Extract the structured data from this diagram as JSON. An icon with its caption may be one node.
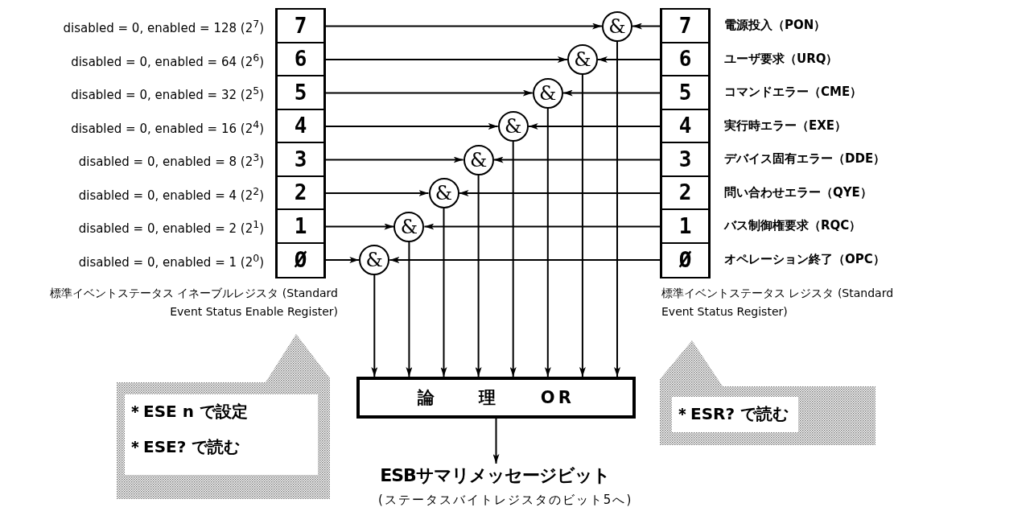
{
  "diagram": {
    "nodes": [
      {
        "text": [
          "標準イベントステータス イネーブルレジスタ (Standard Event Status Enable Register)"
        ]
      },
      {
        "text": [
          "7"
        ],
        "in": 0,
        "beside": [
          "disabled = 0, enabled = 128 (2$^{7}$)"
        ]
      },
      {
        "text": [
          "6"
        ],
        "in": 0,
        "beside": [
          "disabled = 0, enabled = 64 (2$^{6}$)"
        ]
      },
      {
        "text": [
          "5"
        ],
        "in": 0,
        "beside": [
          "disabled = 0, enabled = 32 (2$^{5}$)"
        ]
      },
      {
        "text": [
          "4"
        ],
        "in": 0,
        "beside": [
          "disabled = 0, enabled = 16 (2$^{4}$)"
        ]
      },
      {
        "text": [
          "3"
        ],
        "in": 0,
        "beside": [
          "disabled = 0, enabled = 8 (2$^{3}$)"
        ]
      },
      {
        "text": [
          "2"
        ],
        "in": 0,
        "beside": [
          "disabled = 0, enabled = 4 (2$^{2}$)"
        ]
      },
      {
        "text": [
          "1"
        ],
        "in": 0,
        "beside": [
          "disabled = 0, enabled = 2 (2$^{1}$)"
        ]
      },
      {
        "text": [
          "Ø"
        ],
        "in": 0,
        "beside": [
          "disabled = 0, enabled = 1 (2$^{0}$)"
        ]
      },
      {
        "text": [
          "標準イベントステータス レジスタ (Standard Event Status Register)"
        ]
      },
      {
        "text": [
          "7"
        ],
        "in": 9,
        "beside": [
          "電源投入（PON）"
        ]
      },
      {
        "text": [
          "6"
        ],
        "in": 9,
        "beside": [
          "ユーザ要求（URQ）"
        ]
      },
      {
        "text": [
          "5"
        ],
        "in": 9,
        "beside": [
          "コマンドエラー（CME）"
        ]
      },
      {
        "text": [
          "4"
        ],
        "in": 9,
        "beside": [
          "実行時エラー（EXE）"
        ]
      },
      {
        "text": [
          "3"
        ],
        "in": 9,
        "beside": [
          "デバイス固有エラー（DDE）"
        ]
      },
      {
        "text": [
          "2"
        ],
        "in": 9,
        "beside": [
          "問い合わせエラー（QYE）"
        ]
      },
      {
        "text": [
          "1"
        ],
        "in": 9,
        "beside": [
          "バス制御権要求（RQC）"
        ]
      },
      {
        "text": [
          "Ø"
        ],
        "in": 9,
        "beside": [
          "オペレーション終了（OPC）"
        ]
      },
      {
        "text": [
          "&"
        ]
      },
      {
        "text": [
          "&"
        ]
      },
      {
        "text": [
          "&"
        ]
      },
      {
        "text": [
          "&"
        ]
      },
      {
        "text": [
          "&"
        ]
      },
      {
        "text": [
          "&"
        ]
      },
      {
        "text": [
          "&"
        ]
      },
      {
        "text": [
          "&"
        ]
      },
      {
        "text": [
          "論 理 OR"
        ]
      },
      {
        "text": [
          "ESBサマリメッセージビット",
          "(ステータスバイトレジスタのビット5へ)"
        ]
      },
      {
        "text": [
          "＊ESE n で設定",
          "＊ESE? で読む"
        ]
      },
      {
        "text": [
          "＊ESR? で読む"
        ]
      }
    ],
    "edges": [
      {
        "from": 1,
        "to": 18,
        "arrow": "to"
      },
      {
        "from": 10,
        "to": 18,
        "arrow": "to"
      },
      {
        "from": 18,
        "to": 26,
        "arrow": "to"
      },
      {
        "from": 2,
        "to": 19,
        "arrow": "to"
      },
      {
        "from": 11,
        "to": 19,
        "arrow": "to"
      },
      {
        "from": 19,
        "to": 26,
        "arrow": "to"
      },
      {
        "from": 3,
        "to": 20,
        "arrow": "to"
      },
      {
        "from": 12,
        "to": 20,
        "arrow": "to"
      },
      {
        "from": 20,
        "to": 26,
        "arrow": "to"
      },
      {
        "from": 4,
        "to": 21,
        "arrow": "to"
      },
      {
        "from": 13,
        "to": 21,
        "arrow": "to"
      },
      {
        "from": 21,
        "to": 26,
        "arrow": "to"
      },
      {
        "from": 5,
        "to": 22,
        "arrow": "to"
      },
      {
        "from": 14,
        "to": 22,
        "arrow": "to"
      },
      {
        "from": 22,
        "to": 26,
        "arrow": "to"
      },
      {
        "from": 6,
        "to": 23,
        "arrow": "to"
      },
      {
        "from": 15,
        "to": 23,
        "arrow": "to"
      },
      {
        "from": 23,
        "to": 26,
        "arrow": "to"
      },
      {
        "from": 7,
        "to": 24,
        "arrow": "to"
      },
      {
        "from": 16,
        "to": 24,
        "arrow": "to"
      },
      {
        "from": 24,
        "to": 26,
        "arrow": "to"
      },
      {
        "from": 8,
        "to": 25,
        "arrow": "to"
      },
      {
        "from": 17,
        "to": 25,
        "arrow": "to"
      },
      {
        "from": 25,
        "to": 26,
        "arrow": "to"
      },
      {
        "from": 26,
        "to": 27,
        "arrow": "to"
      }
    ]
  }
}
